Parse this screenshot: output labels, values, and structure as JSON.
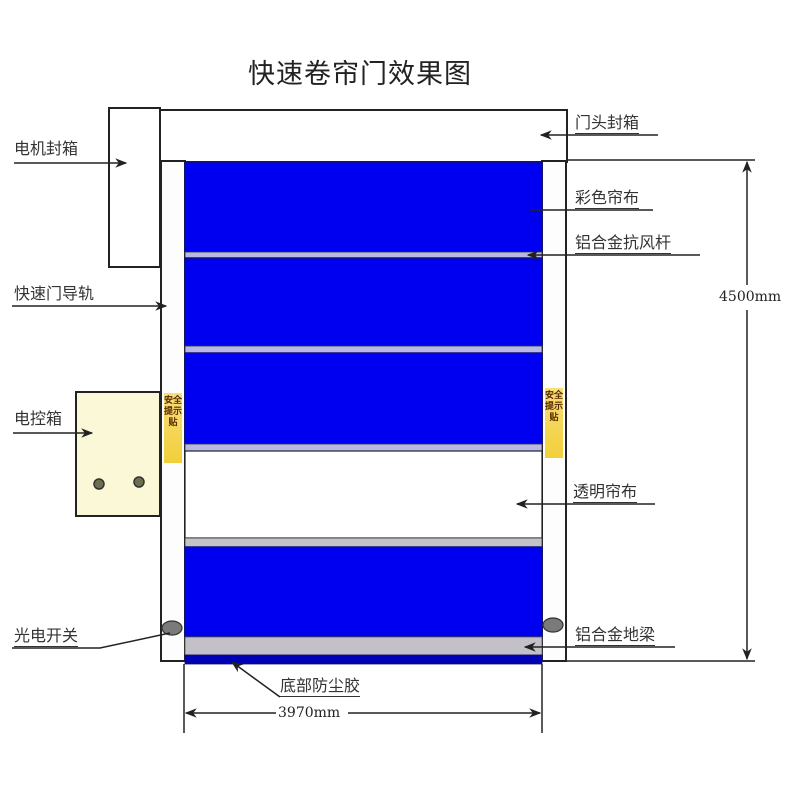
{
  "title": "快速卷帘门效果图",
  "colors": {
    "curtain_blue": "#0000f0",
    "curtain_blue_dark": "#0000b4",
    "wind_bar": "#b8b8e6",
    "ground_beam": "#c4c0c8",
    "control_box": "#fbf8d8",
    "sticker": "#f2d24a",
    "sensor": "#7a7a7a",
    "line": "#222222",
    "frame_fill": "#ffffff"
  },
  "labels": {
    "motor_box": "电机封箱",
    "door_head_box": "门头封箱",
    "color_curtain": "彩色帘布",
    "wind_bar": "铝合金抗风杆",
    "guide_rail": "快速门导轨",
    "control_box": "电控箱",
    "transparent_curtain": "透明帘布",
    "photo_switch": "光电开关",
    "ground_beam": "铝合金地梁",
    "bottom_seal": "底部防尘胶"
  },
  "dimensions": {
    "height": "4500mm",
    "width": "3970mm"
  },
  "stickers": {
    "left": "安全提示贴",
    "right": "安全提示贴"
  },
  "panels": [
    {
      "type": "color",
      "label": "彩色帘布"
    },
    {
      "type": "color",
      "label": "彩色帘布"
    },
    {
      "type": "color",
      "label": "彩色帘布"
    },
    {
      "type": "transparent",
      "label": "透明帘布"
    },
    {
      "type": "color",
      "label": "彩色帘布"
    }
  ]
}
